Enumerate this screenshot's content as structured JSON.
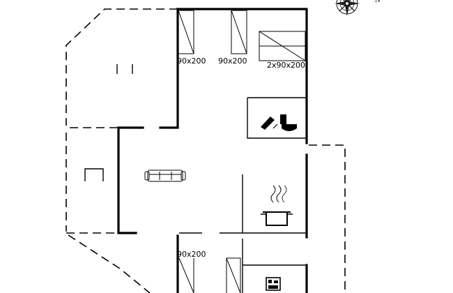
{
  "compass": {
    "north_label": "N"
  },
  "rooms": {
    "bed_1": {
      "label": "90x200"
    },
    "bed_2": {
      "label": "90x200"
    },
    "bed_3": {
      "label": "2x90x200"
    },
    "bed_4": {
      "label": "90x200"
    }
  },
  "symbols": {
    "living": "sofa-icon",
    "bathroom": "toilet-shower-icon",
    "kitchen": "cooking-pot-icon",
    "utility": "washing-machine-icon",
    "terrace_1": "table-icon",
    "terrace_2": "bench-icon"
  }
}
